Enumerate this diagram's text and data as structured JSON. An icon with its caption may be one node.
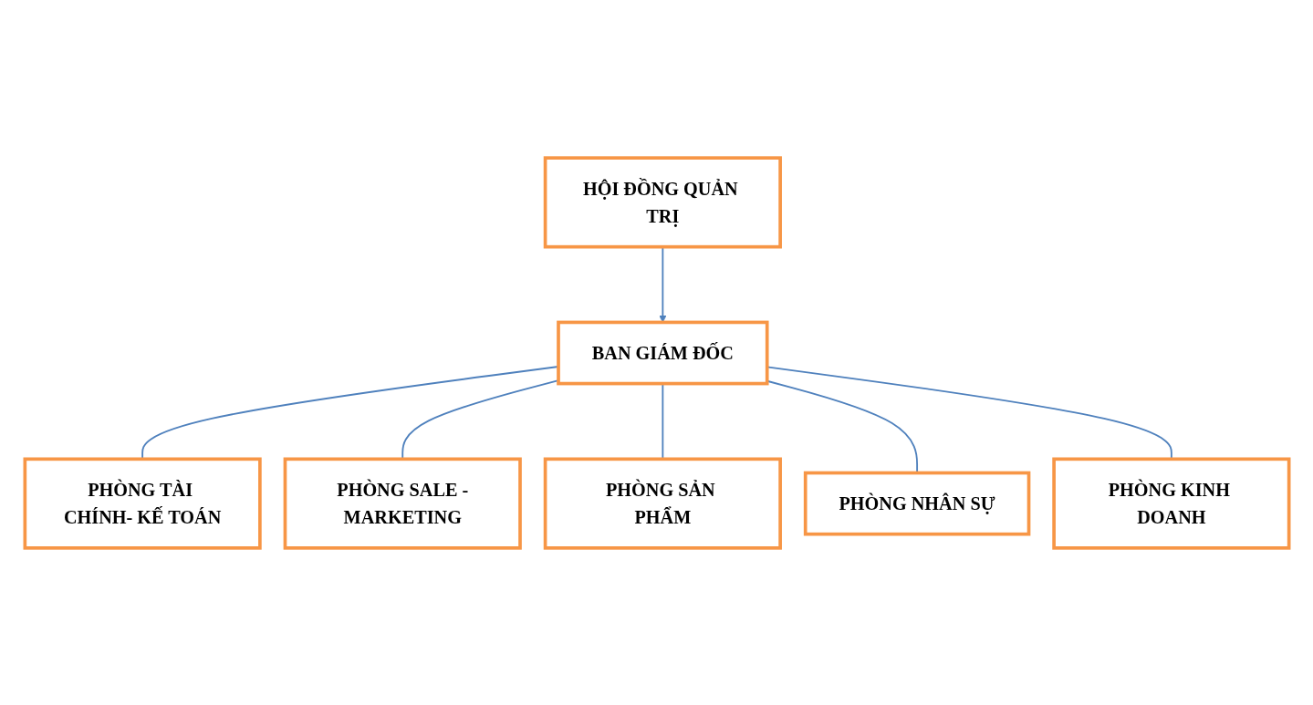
{
  "diagram": {
    "nodes": [
      {
        "text": [
          "HỘI ĐỒNG QUẢN TRỊ"
        ]
      },
      {
        "text": [
          "BAN GIÁM ĐỐC"
        ]
      },
      {
        "text": [
          "PHÒNG TÀI CHÍNH- KẾ TOÁN"
        ]
      },
      {
        "text": [
          "PHÒNG SALE -MARKETING"
        ]
      },
      {
        "text": [
          "PHÒNG SẢN PHẨM"
        ]
      },
      {
        "text": [
          "PHÒNG NHÂN SỰ"
        ]
      },
      {
        "text": [
          "PHÒNG KINH DOANH"
        ]
      }
    ],
    "edges": [
      {
        "from": 0,
        "to": 1,
        "arrow": "to"
      },
      {
        "from": 1,
        "to": 2,
        "arrow": "none"
      },
      {
        "from": 1,
        "to": 3,
        "arrow": "none"
      },
      {
        "from": 1,
        "to": 4,
        "arrow": "none"
      },
      {
        "from": 1,
        "to": 5,
        "arrow": "none"
      },
      {
        "from": 1,
        "to": 6,
        "arrow": "none"
      }
    ]
  }
}
